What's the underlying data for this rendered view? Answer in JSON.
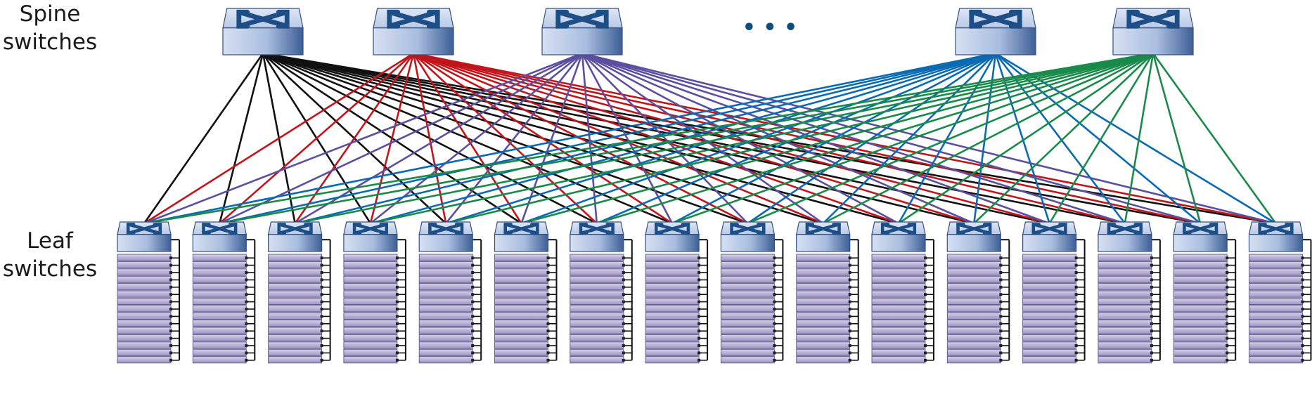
{
  "labels": {
    "spine_line1": "Spine",
    "spine_line2": "switches",
    "leaf_line1": "Leaf",
    "leaf_line2": "switches"
  },
  "ellipsis": "• • •",
  "spine_count_shown": 5,
  "leaf_count": 16,
  "link_colors": [
    "#111111",
    "#c0161b",
    "#5b4f9e",
    "#0a6ab2",
    "#1a8a4a"
  ],
  "colors": {
    "switch_face": "#c9d6ee",
    "switch_dark": "#5e7fb2",
    "switch_icon": "#1d4f86",
    "server": "#b5add3",
    "server_stroke": "#5b5585",
    "dots": "#0d4f7a"
  }
}
